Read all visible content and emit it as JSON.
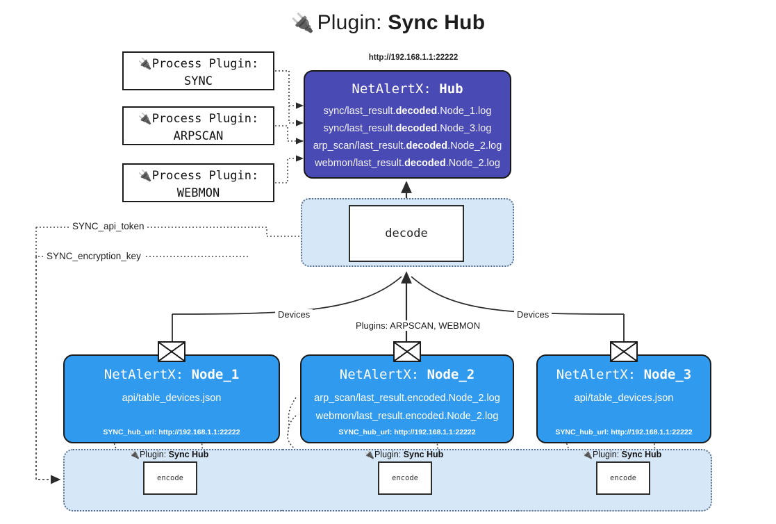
{
  "header": {
    "plug_icon": "🔌",
    "prefix": "Plugin: ",
    "name": "Sync Hub",
    "hub_url": "http://192.168.1.1:22222"
  },
  "process_plugins": [
    {
      "icon": "🔌",
      "line1": "Process Plugin:",
      "line2": "SYNC"
    },
    {
      "icon": "🔌",
      "line1": "Process Plugin:",
      "line2": "ARPSCAN"
    },
    {
      "icon": "🔌",
      "line1": "Process Plugin:",
      "line2": "WEBMON"
    }
  ],
  "hub": {
    "title_prefix": "NetAlertX: ",
    "title_name": "Hub",
    "lines": [
      {
        "pre": "sync/last_result.",
        "em": "decoded",
        "post": ".Node_1.log"
      },
      {
        "pre": "sync/last_result.",
        "em": "decoded",
        "post": ".Node_3.log"
      },
      {
        "pre": "arp_scan/last_result.",
        "em": "decoded",
        "post": ".Node_2.log"
      },
      {
        "pre": "webmon/last_result.",
        "em": "decoded",
        "post": ".Node_2.log"
      }
    ]
  },
  "decode": {
    "label": "decode"
  },
  "keys": {
    "api_token": "SYNC_api_token",
    "encryption_key": "SYNC_encryption_key"
  },
  "edge_labels": {
    "devices_left": "Devices",
    "plugins_center": "Plugins: ARPSCAN, WEBMON",
    "devices_right": "Devices"
  },
  "nodes": [
    {
      "title_prefix": "NetAlertX: ",
      "title_name": "Node_1",
      "lines": [
        "api/table_devices.json"
      ],
      "footer": "SYNC_hub_url: http://192.168.1.1:22222"
    },
    {
      "title_prefix": "NetAlertX: ",
      "title_name": "Node_2",
      "lines": [
        "arp_scan/last_result.encoded.Node_2.log",
        "webmon/last_result.encoded.Node_2.log"
      ],
      "footer": "SYNC_hub_url: http://192.168.1.1:22222"
    },
    {
      "title_prefix": "NetAlertX: ",
      "title_name": "Node_3",
      "lines": [
        "api/table_devices.json"
      ],
      "footer": "SYNC_hub_url: http://192.168.1.1:22222"
    }
  ],
  "plugin_containers": [
    {
      "icon": "🔌",
      "prefix": "Plugin: ",
      "name": "Sync Hub",
      "encode_label": "encode"
    },
    {
      "icon": "🔌",
      "prefix": "Plugin: ",
      "name": "Sync Hub",
      "encode_label": "encode"
    },
    {
      "icon": "🔌",
      "prefix": "Plugin: ",
      "name": "Sync Hub",
      "encode_label": "encode"
    }
  ],
  "colors": {
    "hub_fill": "#4a4ab4",
    "node_fill": "#2f9aee",
    "container_fill": "#d6e8f8",
    "stroke": "#1b1b1b",
    "background": "#ffffff"
  }
}
